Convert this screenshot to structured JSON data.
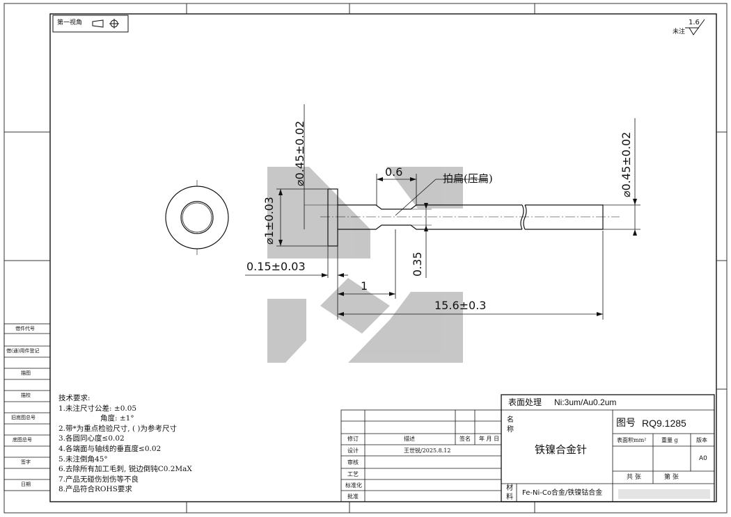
{
  "projection": {
    "label": "第一视角"
  },
  "roughness": {
    "value": "1.6",
    "label": "未注"
  },
  "dimensions": {
    "head_dia": "⌀1±0.03",
    "neck_dia": "⌀0.45±0.02",
    "shaft_dia": "⌀0.45±0.02",
    "flat_width": "0.6",
    "flat_label": "拍扁(压扁)",
    "flat_thickness": "0.35",
    "head_thickness": "0.15±0.03",
    "flat_position": "1",
    "total_length": "15.6±0.3"
  },
  "left_strip": [
    "借件代号",
    "借(通)用件登记",
    "描图",
    "描校",
    "旧底图总号",
    "底图总号",
    "签字",
    "日期"
  ],
  "notes": {
    "title": "技术要求:",
    "items": [
      "1.未注尺寸公差: ±0.05",
      "角度: ±1°",
      "2.带*为重点检验尺寸, ( )为参考尺寸",
      "3.各圆同心度≤0.02",
      "4.各端面与轴线的垂直度≤0.02",
      "5.未注倒角45°",
      "6.去除所有加工毛刺, 锐边倒钝C0.2MaX",
      "7.产品无碰伤划伤等不良",
      "8.产品符合ROHS要求"
    ]
  },
  "title_block": {
    "surface_label": "表面处理",
    "surface_value": "Ni:3um/Au0.2um",
    "name_label_1": "名",
    "name_label_2": "称",
    "part_name": "铁镍合金针",
    "drawing_no_label": "图号",
    "drawing_no": "RQ9.1285",
    "area_label": "表面积mm²",
    "weight_label": "重量 g",
    "version_label": "版本",
    "version": "A0",
    "total_sheets_label": "共 张",
    "sheet_label": "第 张",
    "material_label_1": "材",
    "material_label_2": "料",
    "material_value": "Fe-Ni-Co合金/铁镍钴合金",
    "rev_headers": [
      "修订",
      "描述",
      "签名",
      "年 月 日"
    ],
    "design_label": "设计",
    "designer": "王世锐/2025.8.12",
    "review_label": "审核",
    "process_label": "工艺",
    "standard_label": "标准化",
    "approve_label": "批准"
  }
}
